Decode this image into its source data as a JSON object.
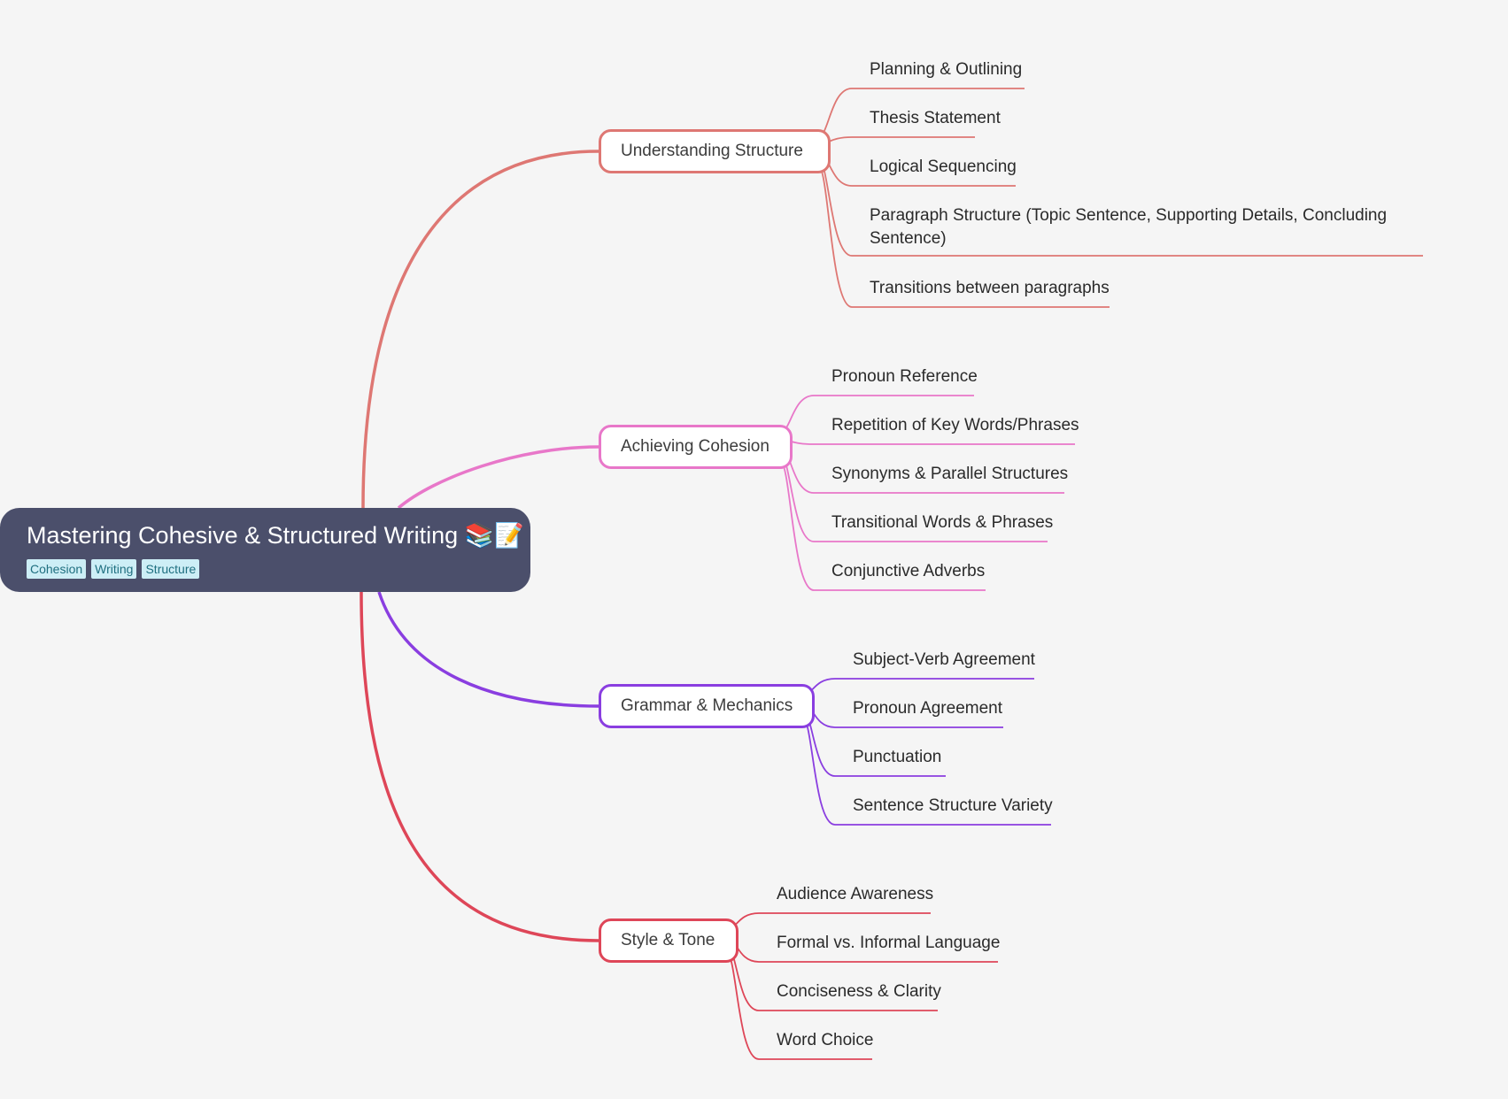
{
  "root": {
    "title": "Mastering Cohesive & Structured Writing 📚📝",
    "tags": [
      "Cohesion",
      "Writing",
      "Structure"
    ]
  },
  "colors": {
    "background": "#f5f5f5",
    "root": "#4b4f6b",
    "tag_bg": "#cdeef6",
    "tag_text": "#1f6f80"
  },
  "branches": [
    {
      "label": "Understanding Structure",
      "color": "#de7773",
      "children": [
        "Planning & Outlining",
        "Thesis Statement",
        "Logical Sequencing",
        "Paragraph Structure (Topic Sentence, Supporting Details, Concluding Sentence)",
        "Transitions between paragraphs"
      ]
    },
    {
      "label": "Achieving Cohesion",
      "color": "#e877c9",
      "children": [
        "Pronoun Reference",
        "Repetition of Key Words/Phrases",
        "Synonyms & Parallel Structures",
        "Transitional Words & Phrases",
        "Conjunctive Adverbs"
      ]
    },
    {
      "label": "Grammar & Mechanics",
      "color": "#8a3ee0",
      "children": [
        "Subject-Verb Agreement",
        "Pronoun Agreement",
        "Punctuation",
        "Sentence Structure Variety"
      ]
    },
    {
      "label": "Style & Tone",
      "color": "#de4658",
      "children": [
        "Audience Awareness",
        "Formal vs. Informal Language",
        "Conciseness & Clarity",
        "Word Choice"
      ]
    }
  ]
}
